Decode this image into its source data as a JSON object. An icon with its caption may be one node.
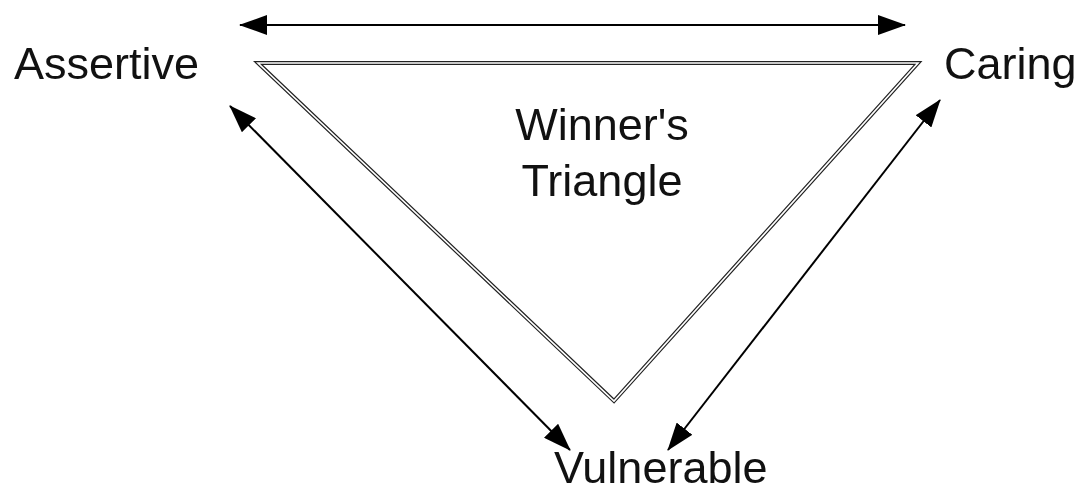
{
  "diagram": {
    "nodes": [
      {
        "text": [
          "Winner's Triangle"
        ]
      },
      {
        "text": [
          "Assertive"
        ]
      },
      {
        "text": [
          "Caring"
        ]
      },
      {
        "text": [
          "Vulnerable"
        ]
      }
    ],
    "edges": [
      {
        "from": 1,
        "to": 2,
        "arrow": "both"
      },
      {
        "from": 1,
        "to": 3,
        "arrow": "both"
      },
      {
        "from": 2,
        "to": 3,
        "arrow": "both"
      }
    ]
  }
}
